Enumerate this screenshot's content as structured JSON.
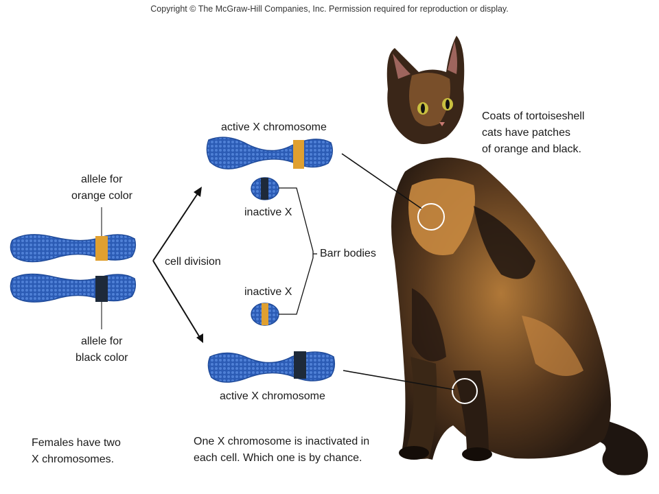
{
  "copyright": "Copyright © The McGraw-Hill Companies, Inc. Permission required for reproduction or display.",
  "labels": {
    "allele_orange_line1": "allele for",
    "allele_orange_line2": "orange color",
    "allele_black_line1": "allele for",
    "allele_black_line2": "black color",
    "cell_division": "cell division",
    "active_x_top": "active X chromosome",
    "inactive_x_top": "inactive X",
    "barr_bodies": "Barr bodies",
    "inactive_x_bottom": "inactive X",
    "active_x_bottom": "active X chromosome",
    "cat_caption_line1": "Coats of tortoiseshell",
    "cat_caption_line2": "cats have patches",
    "cat_caption_line3": "of orange and black.",
    "females_line1": "Females have two",
    "females_line2": "X chromosomes.",
    "inactivation_line1": "One X chromosome is inactivated in",
    "inactivation_line2": "each cell. Which one is by chance."
  },
  "colors": {
    "chromosome_blue": "#2f5fb8",
    "chromosome_light": "#5b8be0",
    "orange_allele": "#e0a030",
    "black_allele": "#1e2a3a",
    "arrow": "#111111"
  }
}
